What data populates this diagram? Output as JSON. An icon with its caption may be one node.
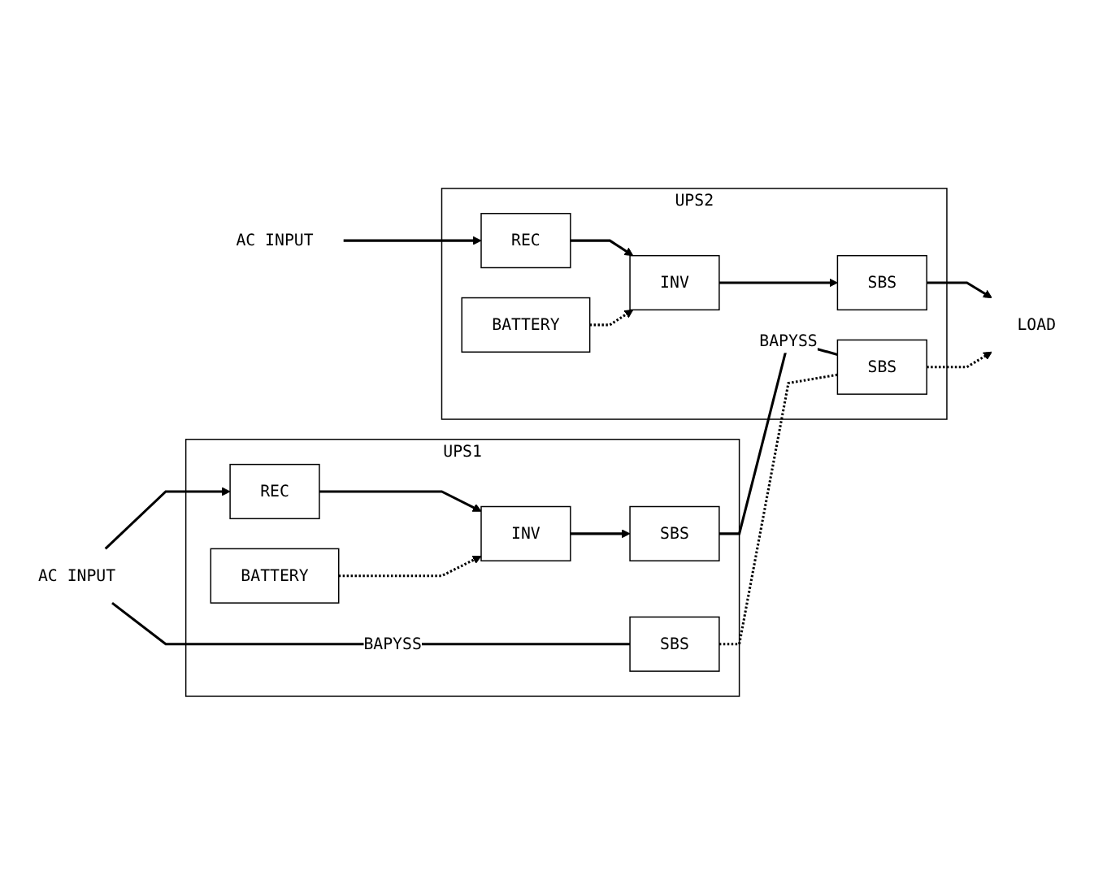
{
  "diagram": {
    "nodes": [
      {
        "text": [
          "UPS1"
        ]
      },
      {
        "text": [
          "SBS"
        ],
        "in": 0
      },
      {
        "text": [
          "REC"
        ],
        "in": 0
      },
      {
        "text": [
          "INV"
        ],
        "in": 0
      },
      {
        "text": [
          "SBS"
        ],
        "in": 0
      },
      {
        "text": [
          "BATTERY"
        ],
        "in": 0
      },
      {
        "text": [
          "AC INPUT"
        ]
      },
      {
        "text": [
          "UPS2"
        ]
      },
      {
        "text": [
          "SBS"
        ],
        "in": 7
      },
      {
        "text": [
          "REC"
        ],
        "in": 7
      },
      {
        "text": [
          "INV"
        ],
        "in": 7
      },
      {
        "text": [
          "SBS"
        ],
        "in": 7
      },
      {
        "text": [
          "BATTERY"
        ],
        "in": 7
      },
      {
        "text": [
          "AC INPUT"
        ]
      },
      {
        "text": [
          "LOAD"
        ]
      }
    ],
    "edges": [
      {
        "from": 6,
        "to": 2,
        "arrow": "to"
      },
      {
        "from": 6,
        "to": 1,
        "arrow": "none",
        "label": "BAPYSS"
      },
      {
        "from": 2,
        "to": 3,
        "arrow": "to"
      },
      {
        "from": 5,
        "to": 3,
        "arrow": "to",
        "style": "dashed"
      },
      {
        "from": 3,
        "to": 4,
        "arrow": "to"
      },
      {
        "from": 4,
        "to": 8,
        "arrow": "none",
        "label": "BAPYSS"
      },
      {
        "from": 1,
        "to": 8,
        "arrow": "none",
        "style": "dashed"
      },
      {
        "from": 13,
        "to": 9,
        "arrow": "to"
      },
      {
        "from": 9,
        "to": 10,
        "arrow": "to"
      },
      {
        "from": 12,
        "to": 10,
        "arrow": "to",
        "style": "dashed"
      },
      {
        "from": 10,
        "to": 11,
        "arrow": "to"
      },
      {
        "from": 11,
        "to": 14,
        "arrow": "to"
      },
      {
        "from": 8,
        "to": 14,
        "arrow": "to",
        "style": "dashed"
      }
    ]
  }
}
